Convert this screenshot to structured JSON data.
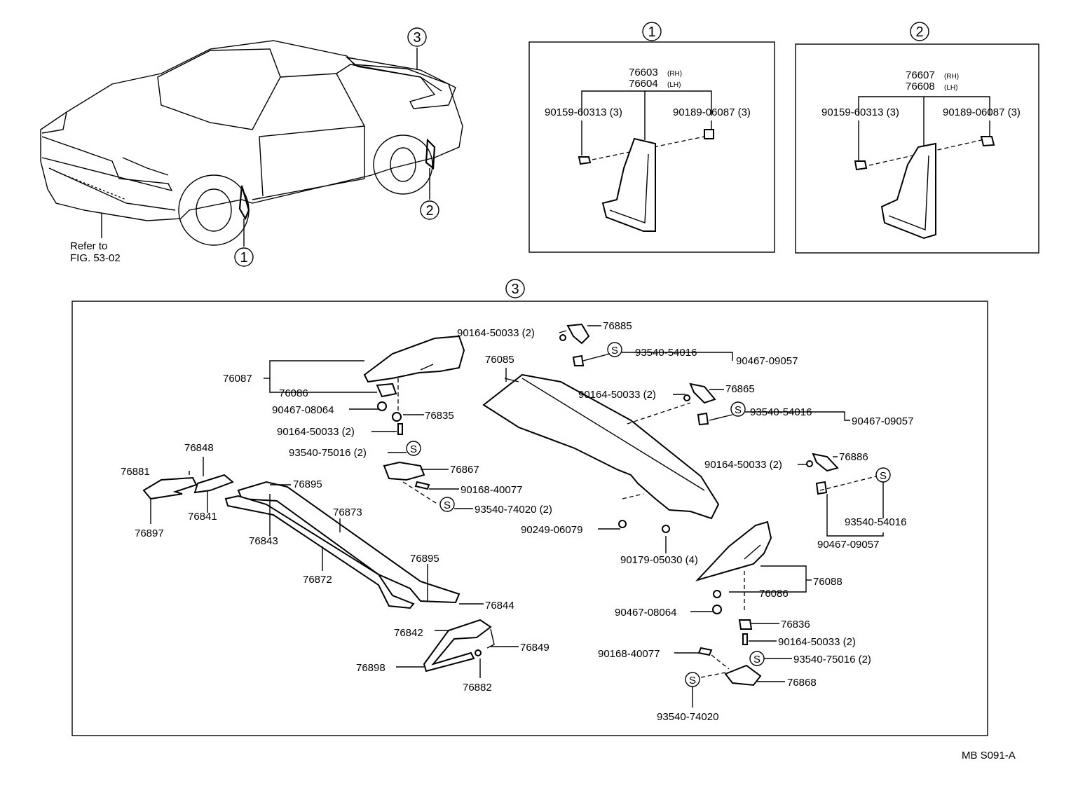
{
  "car": {
    "refer_line1": "Refer to",
    "refer_line2": "FIG. 53-02",
    "callouts": [
      "1",
      "2",
      "3"
    ]
  },
  "box1": {
    "title": "1",
    "part_rh": "76603",
    "part_rh_suffix": "(RH)",
    "part_lh": "76604",
    "part_lh_suffix": "(LH)",
    "screw": "90159-60313 (3)",
    "clip": "90189-06087 (3)"
  },
  "box2": {
    "title": "2",
    "part_rh": "76607",
    "part_rh_suffix": "(RH)",
    "part_lh": "76608",
    "part_lh_suffix": "(LH)",
    "screw": "90159-60313 (3)",
    "clip": "90189-06087 (3)"
  },
  "box3": {
    "title": "3",
    "labels": {
      "p90164_a": "90164-50033 (2)",
      "p76885": "76885",
      "s93540_54016_a": "93540-54016",
      "p90467_09057_a": "90467-09057",
      "p76085": "76085",
      "p76087": "76087",
      "p76086_a": "76086",
      "p90467_08064_a": "90467-08064",
      "p76835": "76835",
      "p90164_b": "90164-50033 (2)",
      "s93540_75016_a": "93540-75016 (2)",
      "p76867": "76867",
      "p90168_40077_a": "90168-40077",
      "s93540_74020_a": "93540-74020 (2)",
      "p90164_c": "90164-50033 (2)",
      "p76865": "76865",
      "s93540_54016_b": "93540-54016",
      "p90467_09057_b": "90467-09057",
      "p90164_d": "90164-50033 (2)",
      "p76886": "76886",
      "s93540_54016_c": "93540-54016",
      "p90467_09057_c": "90467-09057",
      "p76848": "76848",
      "p76881": "76881",
      "p76841": "76841",
      "p76897": "76897",
      "p76895_a": "76895",
      "p76843": "76843",
      "p76873": "76873",
      "p76872": "76872",
      "p76895_b": "76895",
      "p76844": "76844",
      "p76842": "76842",
      "p76849": "76849",
      "p76898": "76898",
      "p76882": "76882",
      "p90249_06079": "90249-06079",
      "p90179_05030": "90179-05030 (4)",
      "p76088": "76088",
      "p76086_b": "76086",
      "p90467_08064_b": "90467-08064",
      "p76836": "76836",
      "p90164_e": "90164-50033 (2)",
      "p90168_40077_b": "90168-40077",
      "s93540_75016_b": "93540-75016 (2)",
      "p76868": "76868",
      "s93540_74020_b": "93540-74020"
    }
  },
  "footer": {
    "code": "MB S091-A"
  },
  "symbols": {
    "s_mark": "S"
  }
}
